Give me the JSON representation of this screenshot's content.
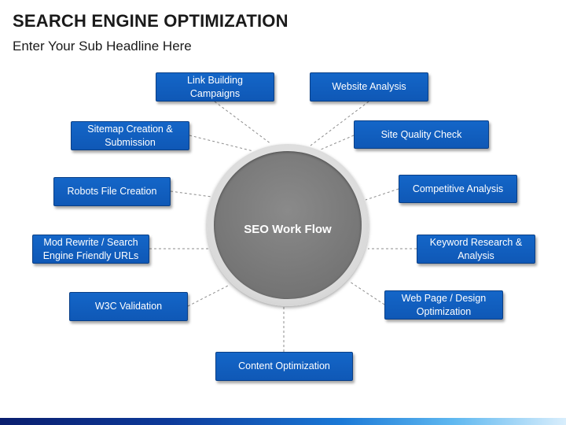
{
  "title": "SEARCH ENGINE OPTIMIZATION",
  "subtitle": "Enter Your Sub Headline Here",
  "hub": {
    "label": "SEO Work Flow"
  },
  "nodes": [
    {
      "label": "Link Building Campaigns"
    },
    {
      "label": "Website Analysis"
    },
    {
      "label": "Sitemap Creation & Submission"
    },
    {
      "label": "Site Quality Check"
    },
    {
      "label": "Robots File Creation"
    },
    {
      "label": "Competitive Analysis"
    },
    {
      "label": "Mod Rewrite / Search Engine Friendly URLs"
    },
    {
      "label": "Keyword Research & Analysis"
    },
    {
      "label": "W3C Validation"
    },
    {
      "label": "Web Page / Design Optimization"
    },
    {
      "label": "Content Optimization"
    }
  ],
  "colors": {
    "node_fill": "#1466c8",
    "hub_fill": "#757575",
    "connector": "#8c8c8c"
  }
}
